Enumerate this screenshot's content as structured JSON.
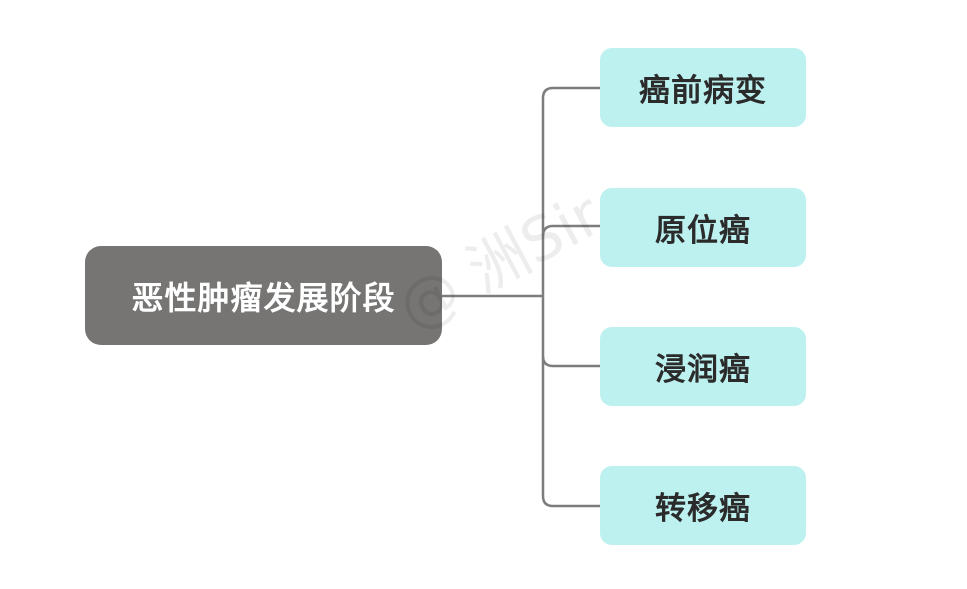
{
  "diagram": {
    "root": {
      "label": "恶性肿瘤发展阶段"
    },
    "children": [
      {
        "label": "癌前病变"
      },
      {
        "label": "原位癌"
      },
      {
        "label": "浸润癌"
      },
      {
        "label": "转移癌"
      }
    ],
    "watermark": "@ 洲Sir"
  },
  "colors": {
    "root_fill": "#767574",
    "child_fill": "#bdf1f0",
    "connector": "#7d7d7d",
    "root_text": "#ffffff",
    "child_text": "#2b2b2b"
  }
}
